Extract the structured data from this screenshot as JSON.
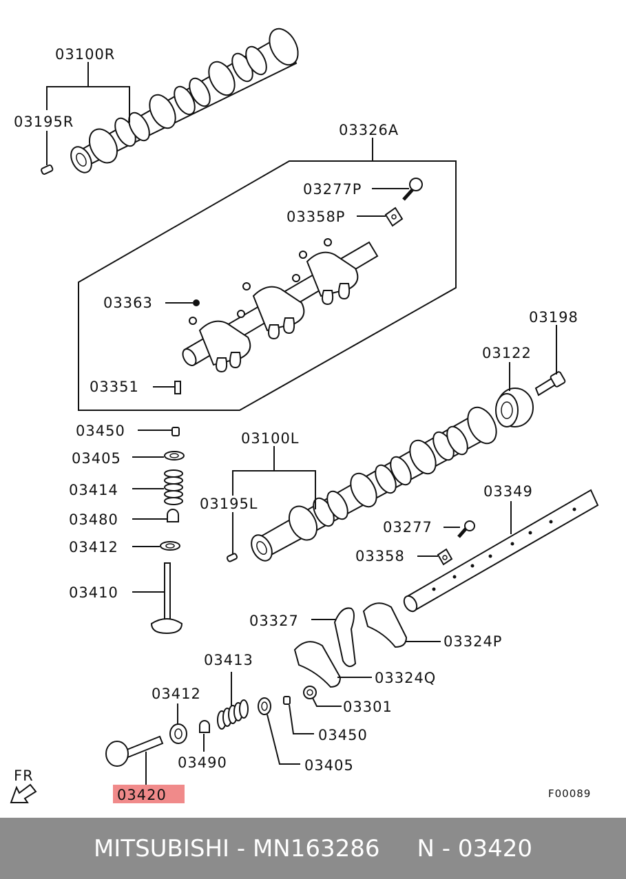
{
  "diagram": {
    "labels": {
      "p03100R": "03100R",
      "p03195R": "03195R",
      "p03326A": "03326A",
      "p03277P": "03277P",
      "p03358P": "03358P",
      "p03363": "03363",
      "p03351": "03351",
      "p03198": "03198",
      "p03122": "03122",
      "p03450a": "03450",
      "p03405a": "03405",
      "p03414": "03414",
      "p03480": "03480",
      "p03412a": "03412",
      "p03410": "03410",
      "p03100L": "03100L",
      "p03195L": "03195L",
      "p03349": "03349",
      "p03277": "03277",
      "p03358": "03358",
      "p03327": "03327",
      "p03324P": "03324P",
      "p03324Q": "03324Q",
      "p03413": "03413",
      "p03412b": "03412",
      "p03301": "03301",
      "p03450b": "03450",
      "p03490": "03490",
      "p03405b": "03405",
      "p03420": "03420"
    },
    "highlighted_part": "03420",
    "highlight_color": "#f08a8a",
    "direction_label": "FR",
    "figure_code": "F00089"
  },
  "footer": {
    "text": "MITSUBISHI - MN163286     N - 03420",
    "background": "#8c8c8c"
  }
}
